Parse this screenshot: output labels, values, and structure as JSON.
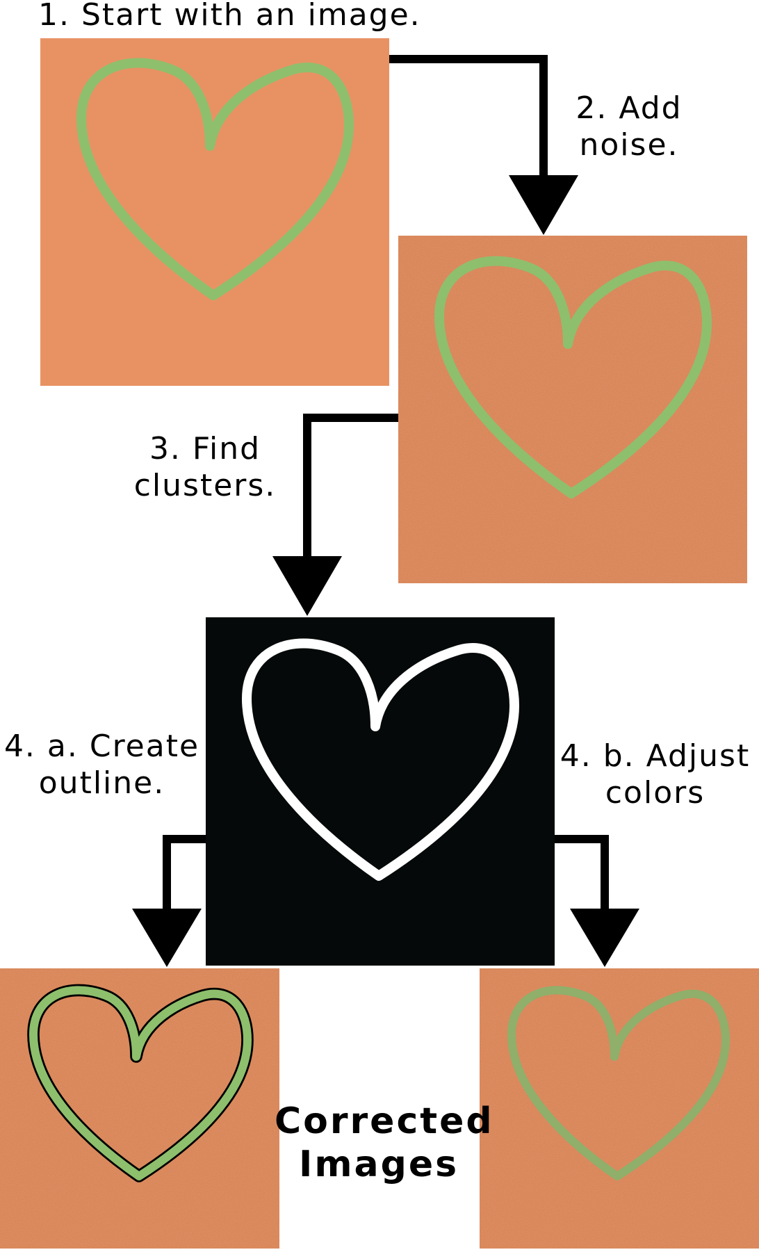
{
  "steps": {
    "s1": "1. Start with an image.",
    "s2_line1": "2. Add",
    "s2_line2": "noise.",
    "s3_line1": "3. Find",
    "s3_line2": "clusters.",
    "s4a_line1": "4. a. Create",
    "s4a_line2": "outline.",
    "s4b_line1": "4. b. Adjust",
    "s4b_line2": "colors"
  },
  "result": {
    "line1": "Corrected",
    "line2": "Images"
  },
  "colors": {
    "background": "#ffffff",
    "image_fill": "#E89263",
    "heart_green": "#8EBF6D",
    "heart_green_faded": "#8FAF6A",
    "cluster_bg": "#050909",
    "cluster_heart": "#ffffff",
    "arrow": "#000000"
  },
  "images": [
    {
      "name": "original-image",
      "kind": "original"
    },
    {
      "name": "noisy-image",
      "kind": "noisy"
    },
    {
      "name": "cluster-image",
      "kind": "clusters"
    },
    {
      "name": "outlined-image",
      "kind": "outlined"
    },
    {
      "name": "color-adjusted-image",
      "kind": "color-adjusted"
    }
  ]
}
